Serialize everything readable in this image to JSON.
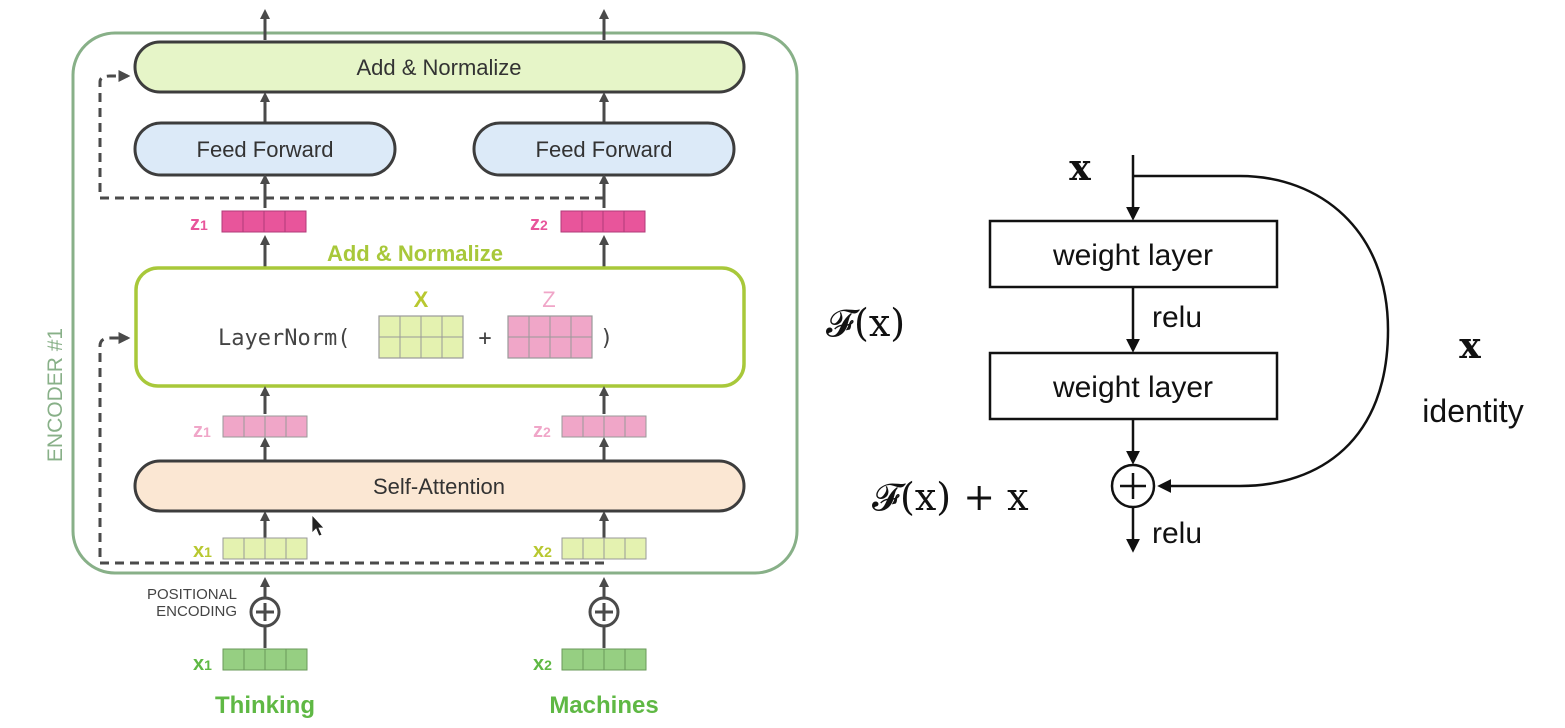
{
  "encoder": {
    "label": "ENCODER #1",
    "add_norm_top": "Add & Normalize",
    "feed_forward_1": "Feed Forward",
    "feed_forward_2": "Feed Forward",
    "add_norm_mid": "Add & Normalize",
    "layernorm_prefix": "LayerNorm(",
    "layernorm_plus": "+",
    "layernorm_suffix": ")",
    "matrix_x_label": "X",
    "matrix_z_label": "Z",
    "self_attention": "Self-Attention",
    "z1_out": "z",
    "z1_out_sub": "1",
    "z2_out": "z",
    "z2_out_sub": "2",
    "z1_in": "z",
    "z1_in_sub": "1",
    "z2_in": "z",
    "z2_in_sub": "2",
    "x1_in": "x",
    "x1_in_sub": "1",
    "x2_in": "x",
    "x2_in_sub": "2",
    "positional_line1": "POSITIONAL",
    "positional_line2": "ENCODING",
    "x1_embed": "x",
    "x1_embed_sub": "1",
    "x2_embed": "x",
    "x2_embed_sub": "2",
    "word1": "Thinking",
    "word2": "Machines"
  },
  "residual": {
    "input_x": "x",
    "weight_layer_1": "weight layer",
    "relu_mid": "relu",
    "weight_layer_2": "weight layer",
    "fx_label": "𝓕(x)",
    "identity_x": "x",
    "identity_label": "identity",
    "fx_plus_x": "𝓕(x) + x",
    "relu_out": "relu"
  },
  "colors": {
    "encoder_border": "#88b088",
    "encoder_label": "#88b088",
    "add_norm_fill": "#e6f5c8",
    "feed_forward_fill": "#dceaf8",
    "self_attention_fill": "#fbe7d3",
    "layernorm_border": "#a8c83a",
    "add_norm_green_text": "#a8c83a",
    "z_dark": "#e8559b",
    "z_light": "#f0a6c8",
    "x_light": "#e4f2b0",
    "x_label": "#b8c830",
    "embed_green": "#96cf82",
    "word_green": "#5fb844",
    "arrow_gray": "#4a4a4a"
  }
}
